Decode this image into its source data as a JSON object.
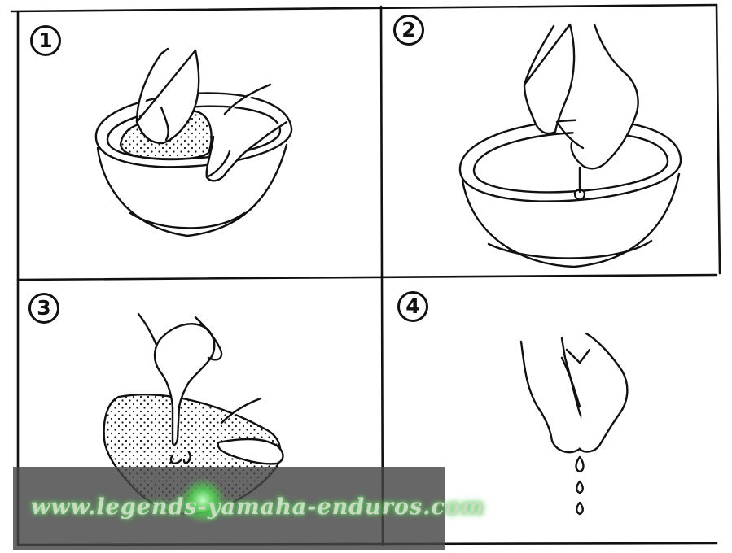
{
  "steps": [
    {
      "number": "1",
      "icon": "washing-filter-in-bowl-icon"
    },
    {
      "number": "2",
      "icon": "squeezing-filter-over-bowl-icon"
    },
    {
      "number": "3",
      "icon": "oiling-filter-icon"
    },
    {
      "number": "4",
      "icon": "squeezing-out-excess-oil-icon"
    }
  ],
  "watermark": {
    "text": "www.legends-yamaha-enduros.com"
  },
  "colors": {
    "line": "#111111",
    "background": "#ffffff",
    "watermark_bg": "#464646",
    "watermark_glow": "#4fe04f"
  }
}
